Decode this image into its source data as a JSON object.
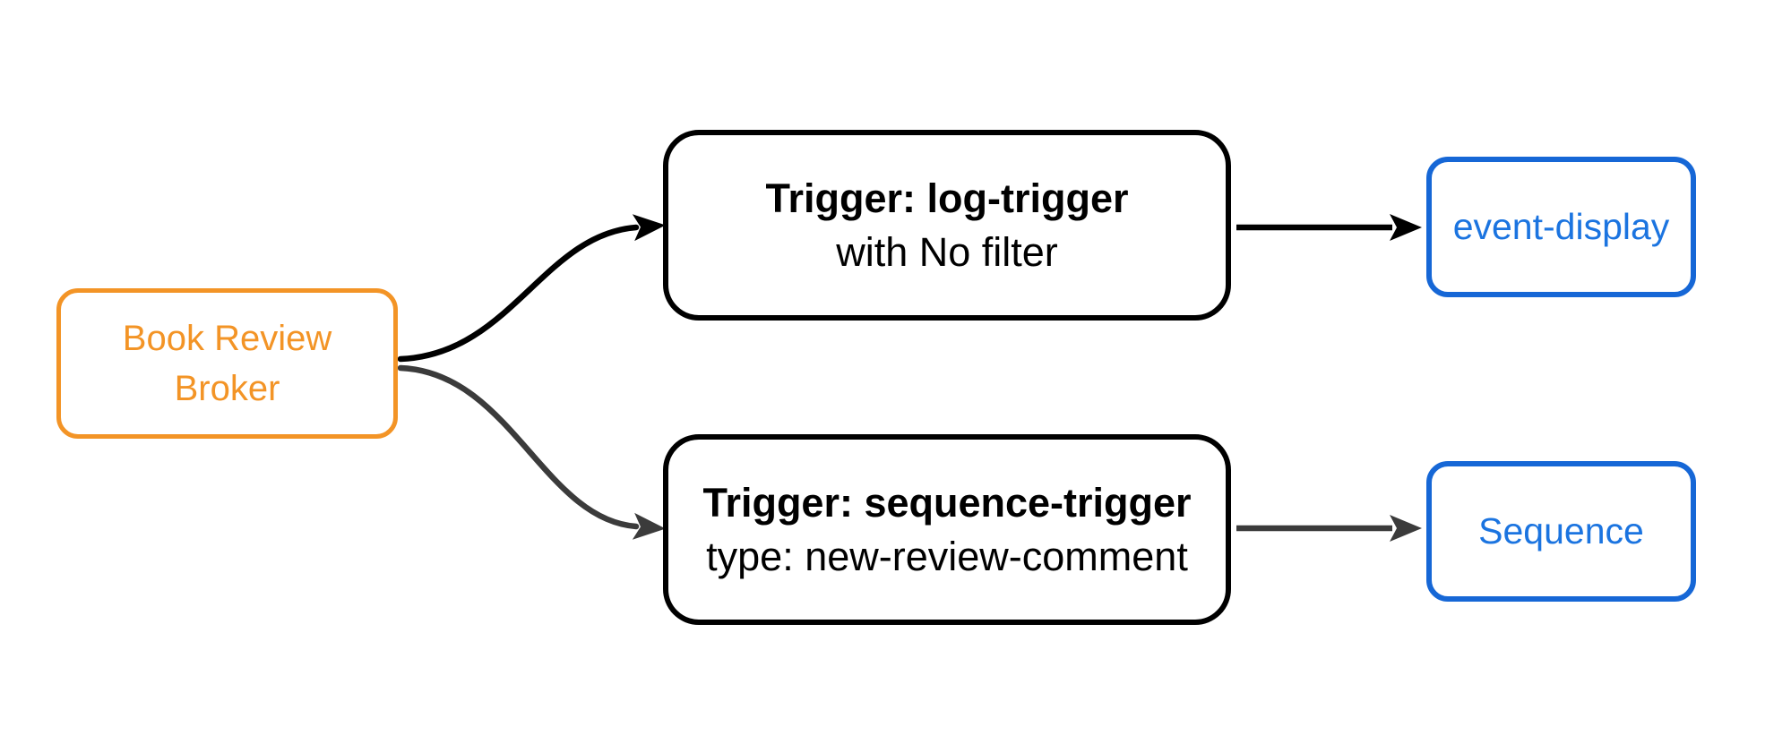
{
  "colors": {
    "background": "#ffffff",
    "broker_orange": "#F39426",
    "sink_blue": "#1667D6",
    "edge_black": "#000000",
    "edge_gray": "#3B3B3B"
  },
  "nodes": {
    "broker": {
      "line1": "Book Review",
      "line2": "Broker"
    },
    "log_trigger": {
      "title": "Trigger: log-trigger",
      "subtitle": "with No filter"
    },
    "sequence_trigger": {
      "title": "Trigger: sequence-trigger",
      "subtitle": "type: new-review-comment"
    },
    "event_display": {
      "label": "event-display"
    },
    "sequence": {
      "label": "Sequence"
    }
  }
}
